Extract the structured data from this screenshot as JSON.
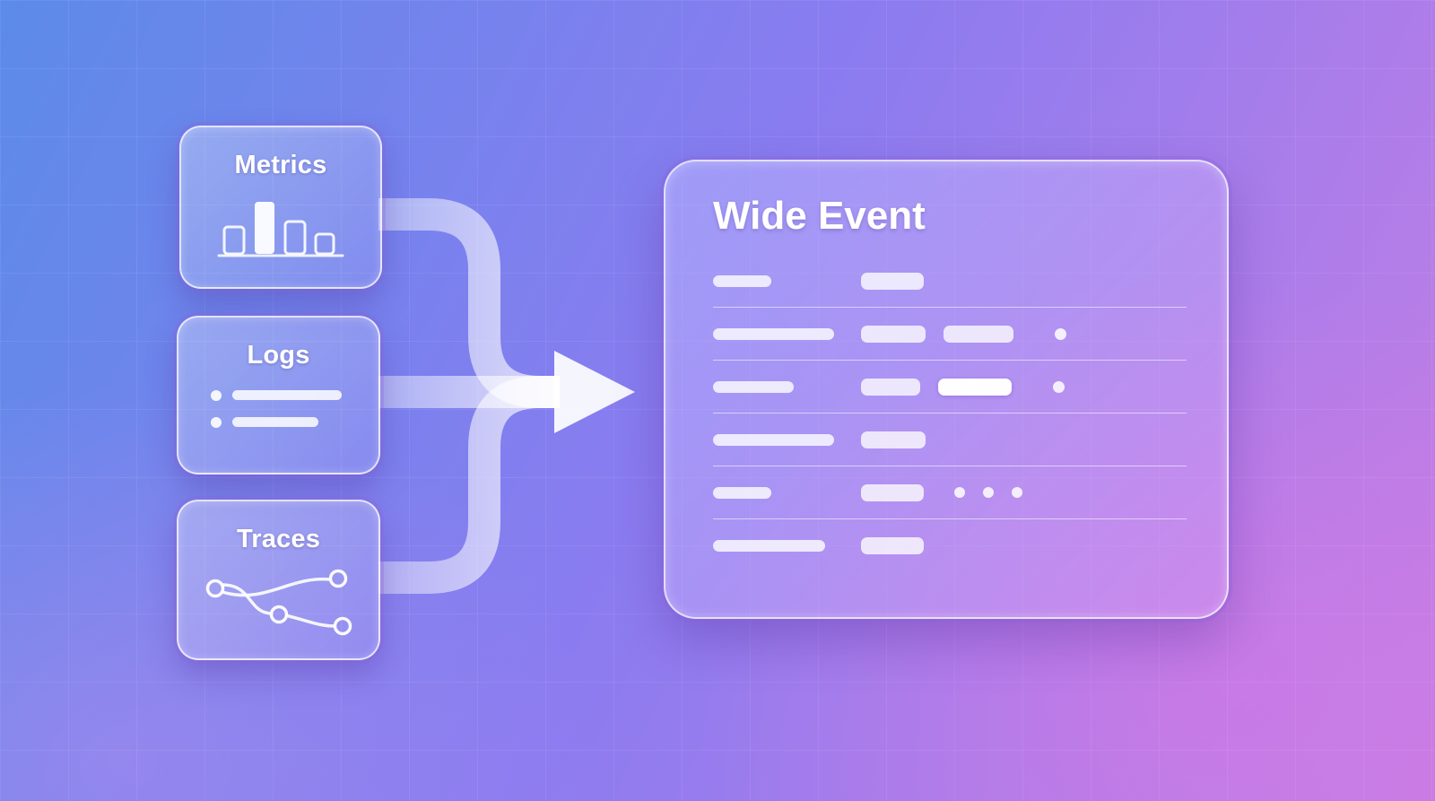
{
  "background": {
    "gradient_start": "#5c8be9",
    "gradient_mid": "#8a7cf0",
    "gradient_end": "#c57ee4",
    "grid_color": "rgba(255,255,255,0.07)"
  },
  "arrow": {
    "name": "merge-arrow",
    "color": "#ffffff"
  },
  "sources": [
    {
      "label": "Metrics",
      "icon": "bar-chart-icon"
    },
    {
      "label": "Logs",
      "icon": "log-lines-icon"
    },
    {
      "label": "Traces",
      "icon": "trace-graph-icon"
    }
  ],
  "wide_event": {
    "title": "Wide Event",
    "bar_color": "rgba(255,255,255,0.78)",
    "bright_bar_color": "rgba(255,255,255,0.98)",
    "rows": [
      {
        "label_w": 65,
        "fields": [
          {
            "w": 70,
            "bright": false
          }
        ],
        "trailing_dots": 0
      },
      {
        "label_w": 135,
        "fields": [
          {
            "w": 72,
            "bright": false
          },
          {
            "w": 78,
            "bright": false
          }
        ],
        "trailing_dots": 1
      },
      {
        "label_w": 90,
        "fields": [
          {
            "w": 66,
            "bright": false
          },
          {
            "w": 82,
            "bright": true
          }
        ],
        "trailing_dots": 1
      },
      {
        "label_w": 135,
        "fields": [
          {
            "w": 72,
            "bright": false
          }
        ],
        "trailing_dots": 0
      },
      {
        "label_w": 65,
        "fields": [
          {
            "w": 70,
            "bright": false
          }
        ],
        "trailing_dots": 3
      },
      {
        "label_w": 125,
        "fields": [
          {
            "w": 70,
            "bright": false
          }
        ],
        "trailing_dots": 0
      }
    ]
  }
}
